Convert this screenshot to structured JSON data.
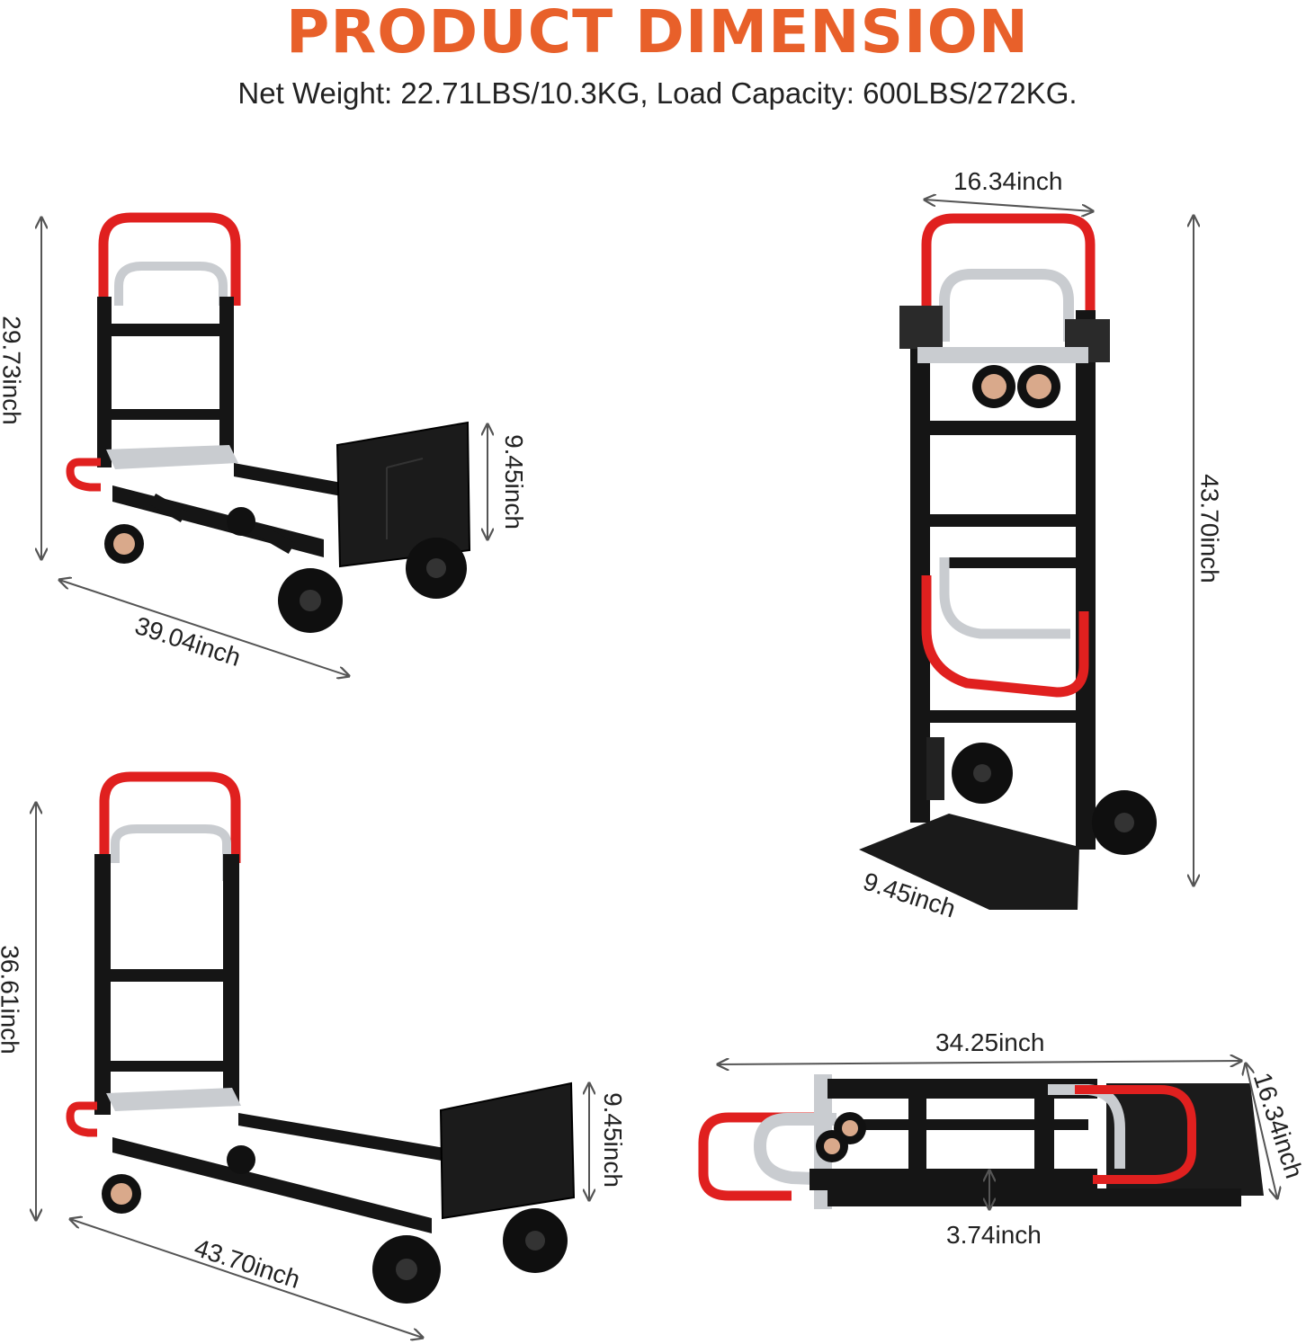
{
  "header": {
    "title": "PRODUCT DIMENSION",
    "subtitle": "Net Weight: 22.71LBS/10.3KG, Load Capacity: 600LBS/272KG."
  },
  "colors": {
    "title": "#e8602a",
    "frame": "#151515",
    "handle": "#e0201f",
    "aluminum": "#c9ccd0",
    "arrow": "#555555"
  },
  "views": {
    "four_wheel_short": {
      "height": "29.73inch",
      "plate_height": "9.45inch",
      "length": "39.04inch"
    },
    "four_wheel_long": {
      "height": "36.61inch",
      "plate_height": "9.45inch",
      "length": "43.70inch"
    },
    "upright": {
      "width": "16.34inch",
      "height": "43.70inch",
      "plate_depth": "9.45inch"
    },
    "folded": {
      "length": "34.25inch",
      "width": "16.34inch",
      "thickness": "3.74inch"
    }
  }
}
